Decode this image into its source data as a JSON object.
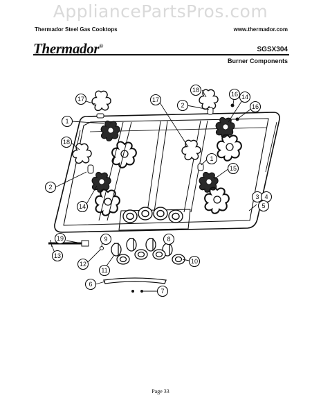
{
  "watermark": "AppliancePartsPros.com",
  "header": {
    "product_line": "Thermador Steel Gas Cooktops",
    "website": "www.thermador.com"
  },
  "brand": {
    "logo_text": "Thermador",
    "logo_mark": "®"
  },
  "model": "SGSX304",
  "section_title": "Burner Components",
  "page_label": "Page 33",
  "callouts": [
    "17",
    "1",
    "18",
    "2",
    "14",
    "17",
    "18",
    "16",
    "2",
    "14",
    "16",
    "1",
    "15",
    "3",
    "4",
    "5",
    "19",
    "13",
    "9",
    "12",
    "11",
    "8",
    "10",
    "6",
    "7"
  ]
}
